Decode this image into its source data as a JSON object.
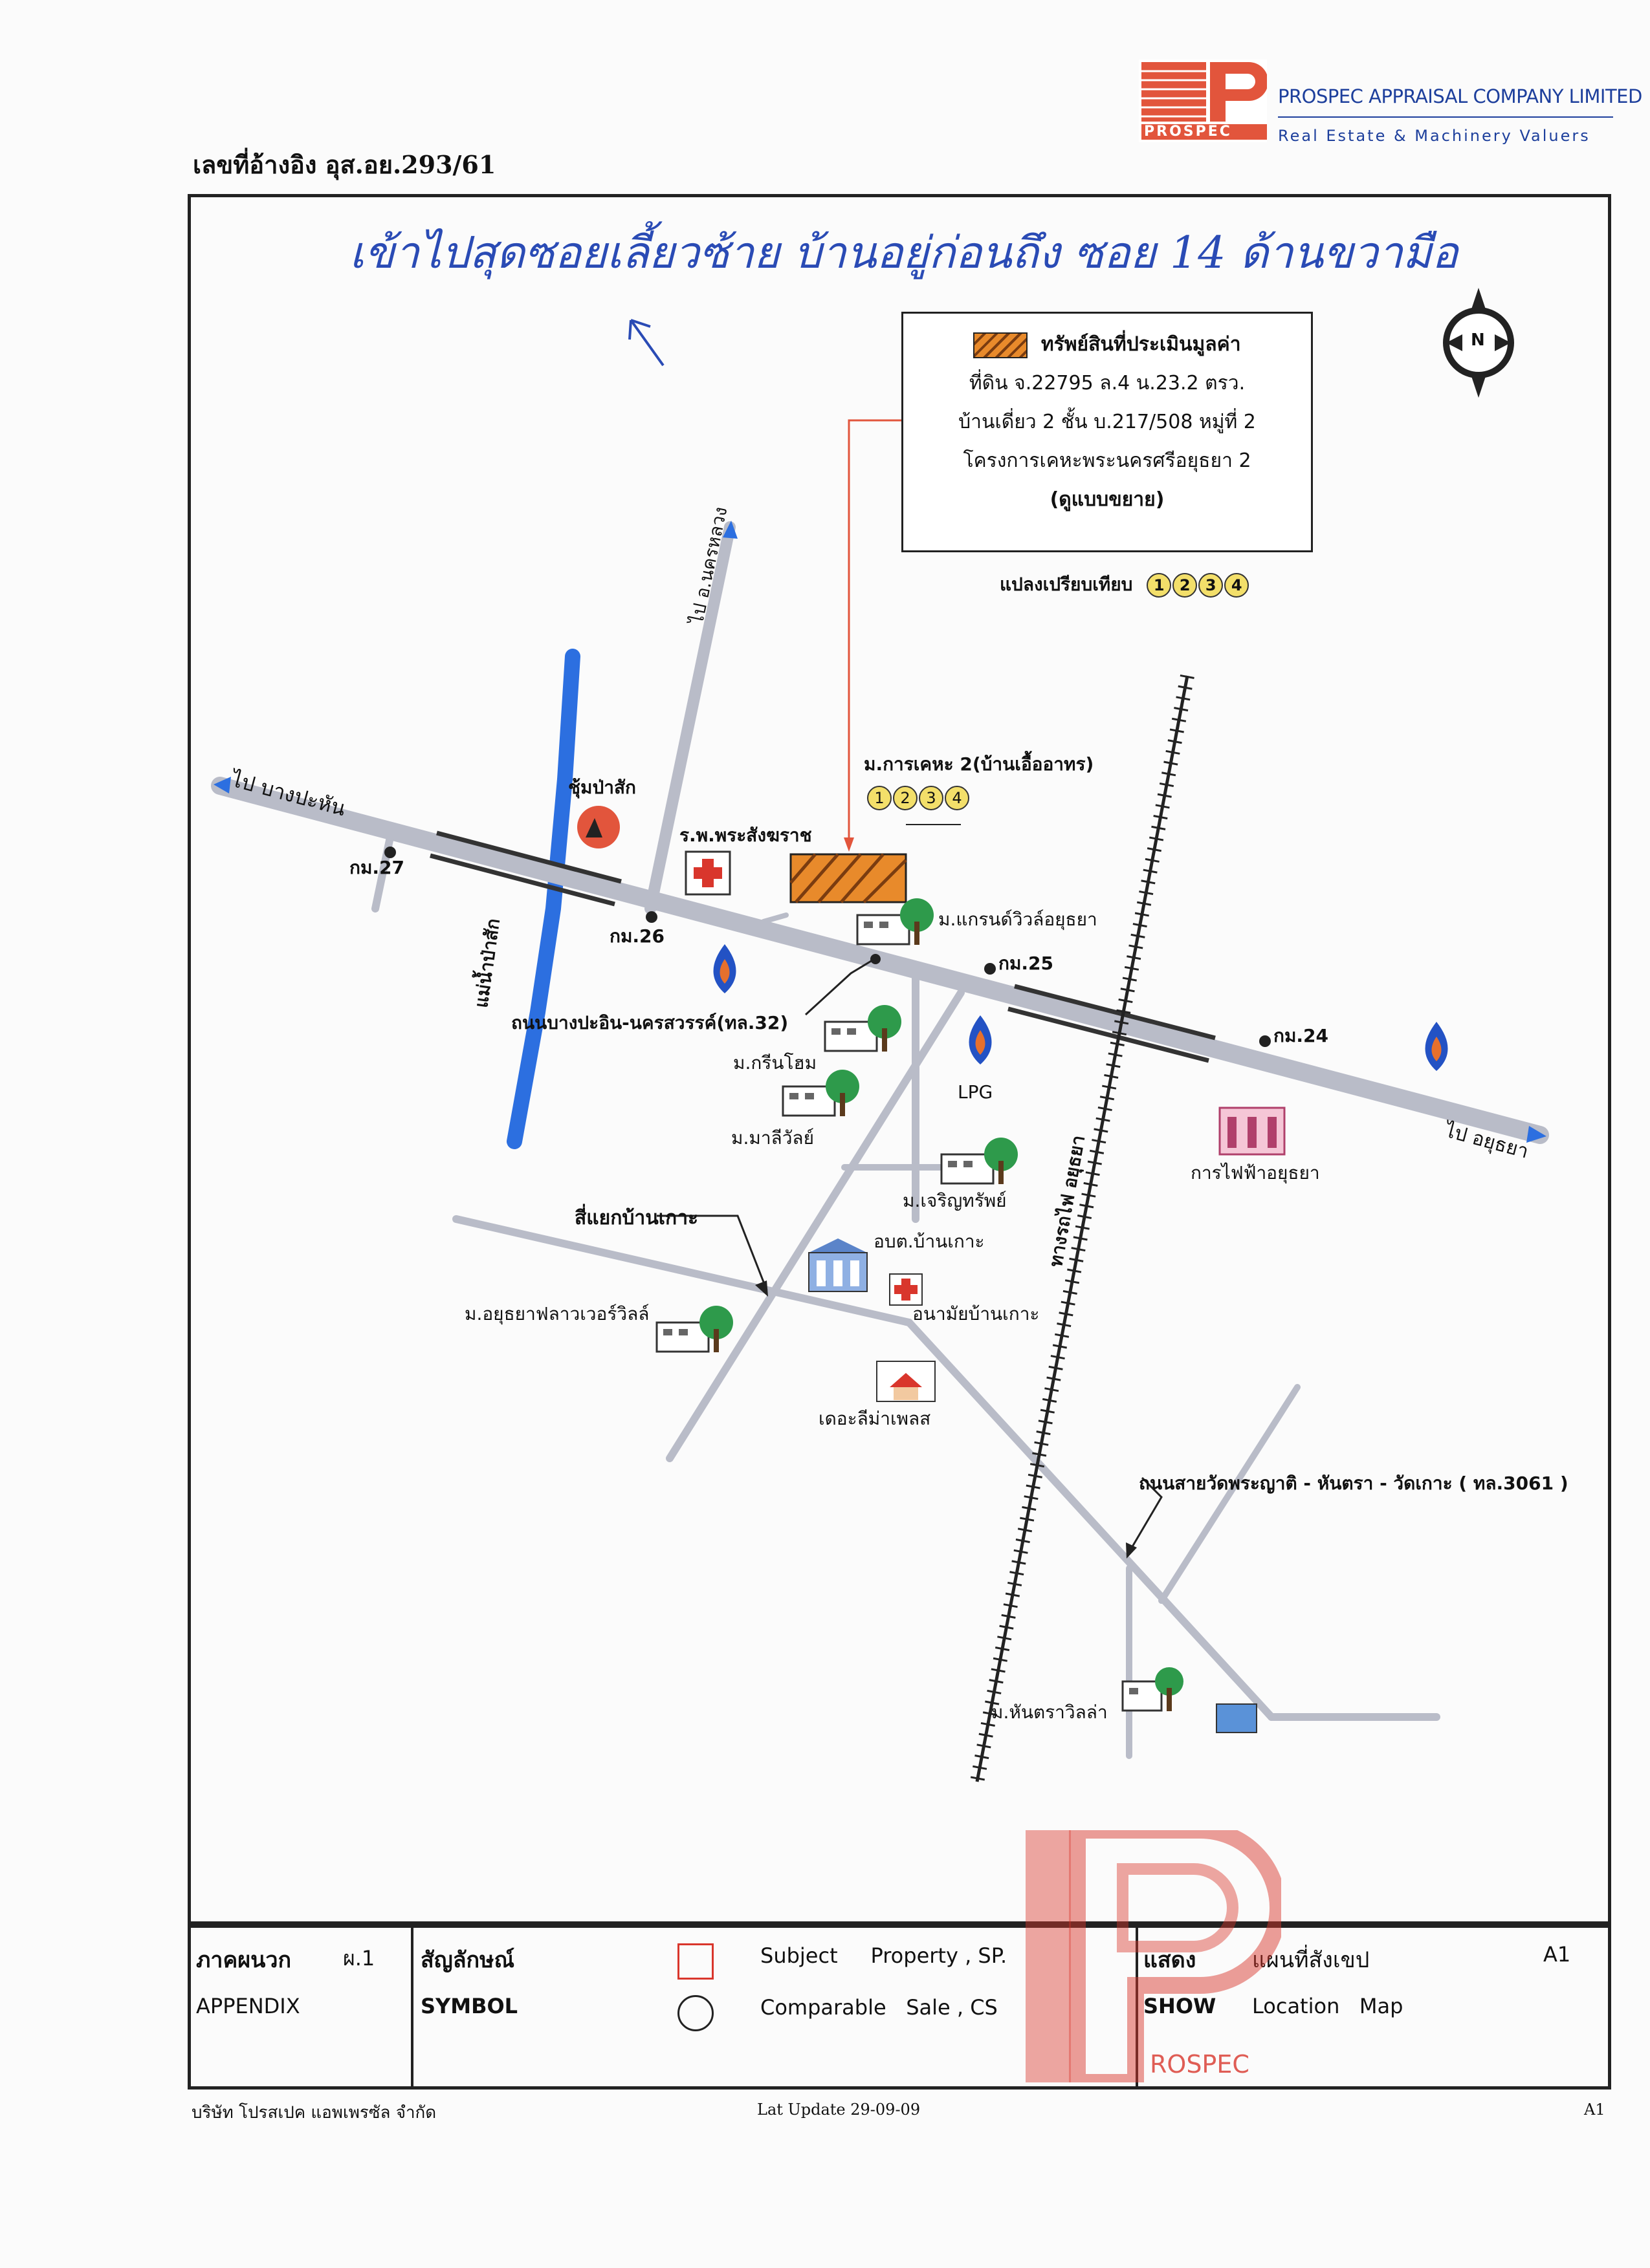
{
  "header": {
    "company_name": "PROSPEC APPRAISAL COMPANY LIMITED",
    "company_tagline": "Real Estate & Machinery Valuers",
    "logo_text": "PROSPEC",
    "reference": "เลขที่อ้างอิง อุส.อย.293/61"
  },
  "handwritten_note": "เข้าไปสุดซอยเลี้ยวซ้าย บ้านอยู่ก่อนถึง ซอย 14 ด้านขวามือ",
  "compass": {
    "letter": "N"
  },
  "subject_box": {
    "title": "ทรัพย์สินที่ประเมินมูลค่า",
    "line1": "ที่ดิน จ.22795 ล.4 น.23.2 ตรว.",
    "line2": "บ้านเดี่ยว 2 ชั้น บ.217/508 หมู่ที่ 2",
    "line3": "โครงการเคหะพระนครศรีอยุธยา 2",
    "line4": "(ดูแบบขยาย)"
  },
  "comparables_label": "แปลงเปรียบเทียบ",
  "comparables": [
    "1",
    "2",
    "3",
    "4"
  ],
  "labels": {
    "to_bang_pahan": "ไป บางปะหัน",
    "to_nakhon_luang": "ไป อ.นครหลวง",
    "to_ayutthaya": "ไป อยุธยา",
    "chum_pa_sak": "ชุ้มป่าสัก",
    "hospital": "ร.พ.พระสังฆราช",
    "km27": "กม.27",
    "km26": "กม.26",
    "km25": "กม.25",
    "km24": "กม.24",
    "river": "แม่น้ำป่าสัก",
    "main_road": "ถนนบางปะอิน-นครสวรรค์(ทล.32)",
    "project": "ม.การเคหะ 2(บ้านเอื้ออาทร)",
    "grand_ville": "ม.แกรนด์วิวล์อยุธยา",
    "green_home": "ม.กรีนโฮม",
    "malee_villa": "ม.มาลีวัลย์",
    "charoen_sap": "ม.เจริญทรัพย์",
    "lpg": "LPG",
    "pea": "การไฟฟ้าอยุธยา",
    "railway": "ทางรถไฟ อยุธยา",
    "junction": "สี่แยกบ้านเกาะ",
    "obt": "อบต.บ้านเกาะ",
    "health": "อนามัยบ้านเกาะ",
    "flower_river": "ม.อยุธยาฟลาวเวอร์วิลล์",
    "the_lima": "เดอะลีม่าเพลส",
    "road3061": "ถนนสายวัดพระญาติ - หันตรา - วัดเกาะ ( ทล.3061 )",
    "hantra_villa": "ม.หันตราวิลล่า"
  },
  "legend": {
    "appendix_th": "ภาคผนวก",
    "appendix_no": "ผ.1",
    "appendix_en": "APPENDIX",
    "symbol_th": "สัญลักษณ์",
    "symbol_en": "SYMBOL",
    "subject_property": "Subject     Property , SP.",
    "comparable_sale": "Comparable   Sale , CS",
    "show_th": "แสดง",
    "map_th": "แผนที่สังเขป",
    "show_en": "SHOW",
    "map_en": "Location   Map",
    "code": "A1"
  },
  "footer": {
    "company_th": "บริษัท โปรสเปค แอพเพรซัล จำกัด",
    "last_update": "Lat Update 29-09-09",
    "code": "A1"
  },
  "stamp_text": "ROSPEC",
  "colors": {
    "road": "#b9bcc8",
    "river": "#2c6fe0",
    "subject": "#e88a2b",
    "accent_red": "#d9362c",
    "brand_blue": "#1d3f9c"
  }
}
